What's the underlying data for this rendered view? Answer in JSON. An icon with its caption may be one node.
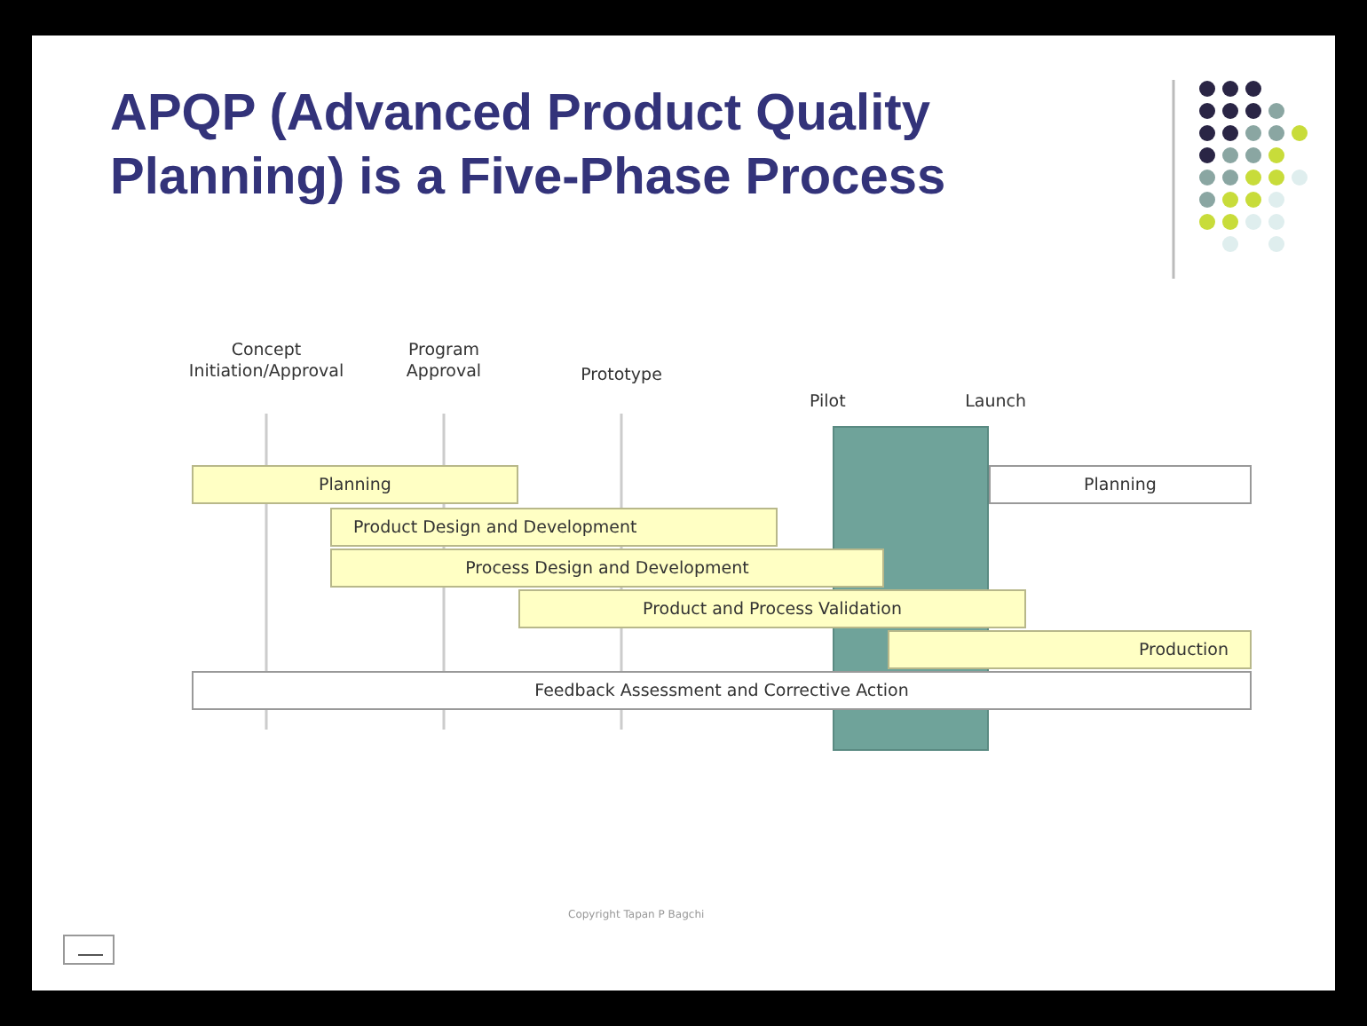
{
  "diagram": {
    "title": "APQP (Advanced Product Quality Planning) is a Five-Phase Process",
    "nodes": [
      {
        "text": [
          "Pilot",
          "Launch"
        ]
      },
      {
        "text": [
          "Planning"
        ]
      },
      {
        "text": [
          "Product Design and Development"
        ]
      },
      {
        "text": [
          "Process Design and Development"
        ]
      },
      {
        "text": [
          "Product and Process Validation"
        ]
      },
      {
        "text": [
          "Planning"
        ]
      },
      {
        "text": [
          "Production"
        ]
      },
      {
        "text": [
          "Feedback Assessment and Corrective Action"
        ]
      }
    ],
    "edges": [],
    "labels": [
      "Concept Initiation/Approval",
      "Program Approval",
      "Prototype",
      "Copyright Tapan P Bagchi"
    ]
  }
}
